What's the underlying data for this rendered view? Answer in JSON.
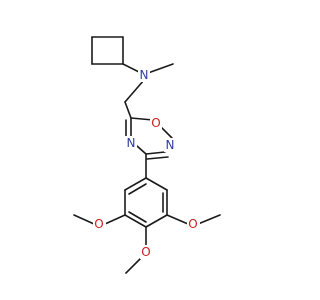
{
  "molecule": {
    "atoms": {
      "n_amine": "N",
      "o_ring": "O",
      "n_ring_right": "N",
      "n_ring_left": "N",
      "o_meo_left": "O",
      "o_meo_right": "O",
      "o_meo_bottom": "O"
    }
  },
  "colors": {
    "bond": "#1a1a1a",
    "nitrogen": "#2f3f9f",
    "oxygen": "#cc1f1f",
    "background": "#ffffff"
  }
}
